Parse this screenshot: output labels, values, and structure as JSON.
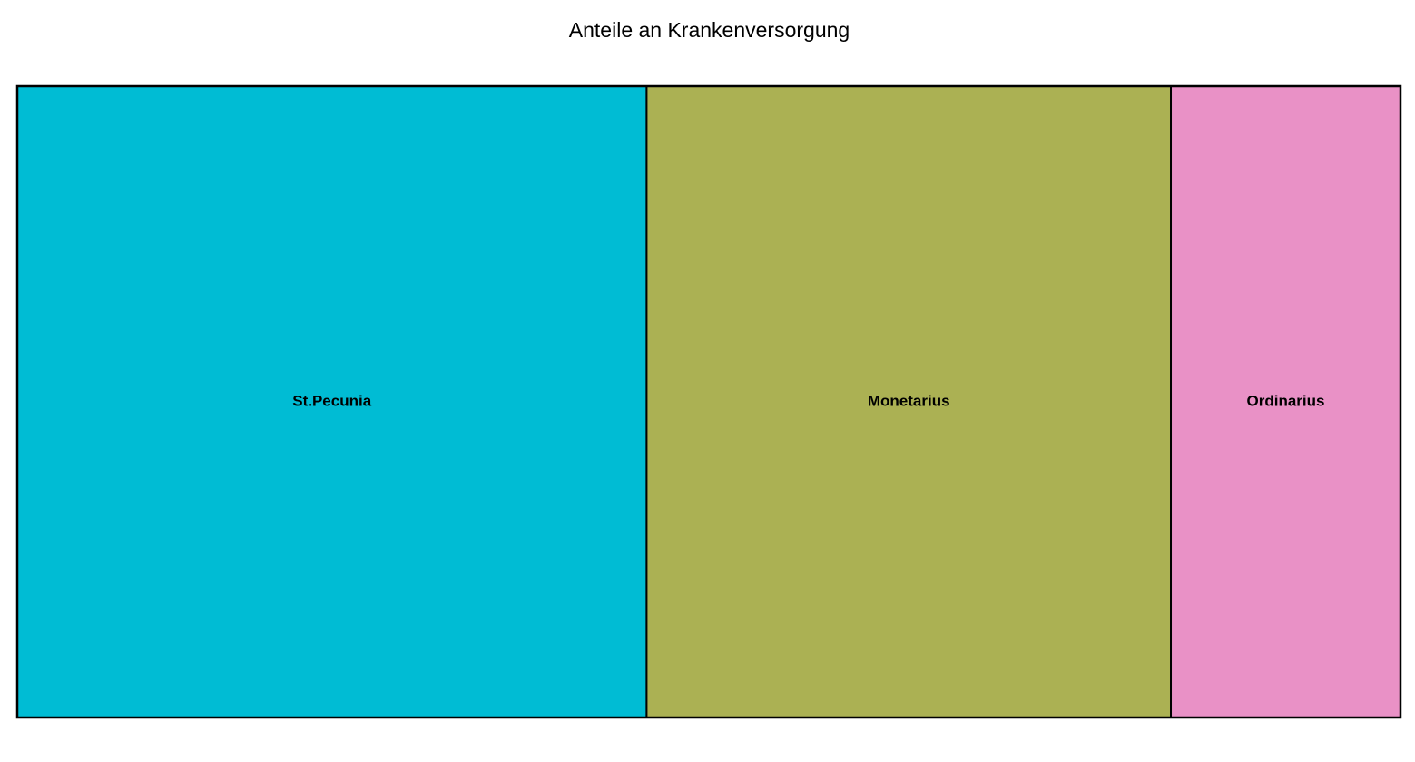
{
  "chart_data": {
    "type": "treemap",
    "title": "Anteile an Krankenversorgung",
    "tiles": [
      {
        "label": "St.Pecunia",
        "share": 0.455,
        "color": "#00BCD4"
      },
      {
        "label": "Monetarius",
        "share": 0.379,
        "color": "#ABB153"
      },
      {
        "label": "Ordinarius",
        "share": 0.166,
        "color": "#E991C6"
      }
    ],
    "border_color": "#000000"
  }
}
